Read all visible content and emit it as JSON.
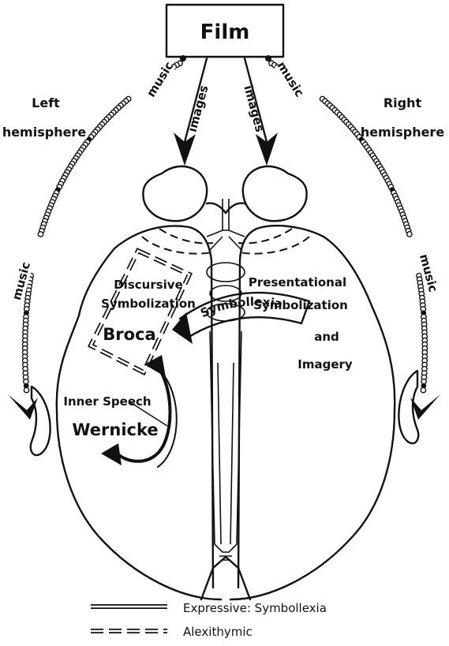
{
  "title": "Film",
  "sides": {
    "left": "Left hemisphere",
    "left_line1": "Left",
    "left_line2": "hemisphere",
    "right_line1": "Right",
    "right_line2": "hemisphere"
  },
  "channels": {
    "music": "music",
    "images": "images"
  },
  "left_regions": {
    "discursive_line1": "Discursive",
    "discursive_line2": "Symbolization",
    "broca": "Broca",
    "inner_speech": "Inner Speech",
    "wernicke": "Wernicke"
  },
  "right_regions": {
    "presentational_line1": "Presentational",
    "presentational_line2": "Symbolization",
    "presentational_line3": "and",
    "presentational_line4": "Imagery"
  },
  "bridge_label": "Symbollexia",
  "legend": {
    "expressive": "Expressive: Symbollexia",
    "alexithymic": "Alexithymic"
  }
}
